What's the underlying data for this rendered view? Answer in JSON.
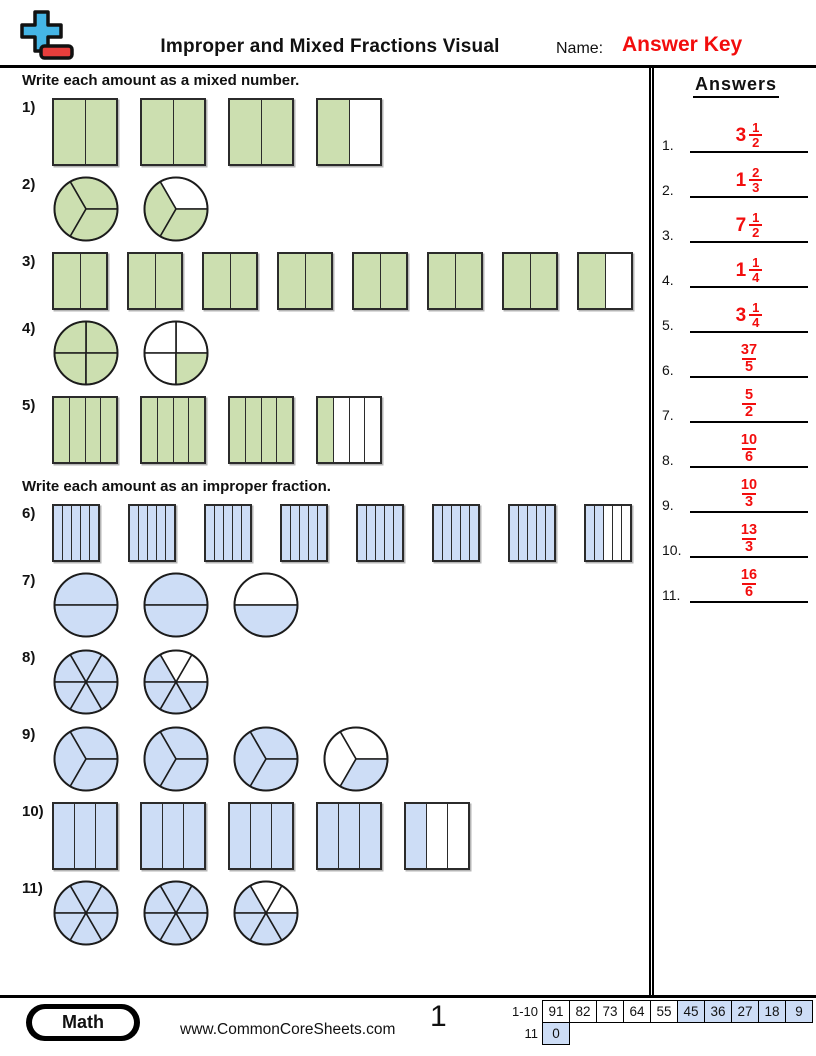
{
  "header": {
    "title": "Improper and Mixed Fractions Visual",
    "name_label": "Name:",
    "name_value": "Answer Key"
  },
  "colors": {
    "green": "#ccdfb0",
    "blue": "#cdddf6",
    "answer_red": "#f20d0d",
    "logo_blue": "#45b5e6",
    "logo_red": "#e83e3c"
  },
  "sections": [
    {
      "heading": "Write each amount as a mixed number.",
      "questions": [
        {
          "label": "1)",
          "shape": "square",
          "parts": 2,
          "size": "large",
          "color": "green",
          "fills": [
            2,
            2,
            2,
            1
          ]
        },
        {
          "label": "2)",
          "shape": "circle",
          "parts": 3,
          "size": "large",
          "color": "green",
          "fills": [
            3,
            2
          ]
        },
        {
          "label": "3)",
          "shape": "square",
          "parts": 2,
          "size": "small",
          "color": "green",
          "fills": [
            2,
            2,
            2,
            2,
            2,
            2,
            2,
            1
          ]
        },
        {
          "label": "4)",
          "shape": "circle",
          "parts": 4,
          "size": "large",
          "color": "green",
          "fills": [
            4,
            1
          ]
        },
        {
          "label": "5)",
          "shape": "square",
          "parts": 4,
          "size": "large",
          "color": "green",
          "fills": [
            4,
            4,
            4,
            1
          ]
        }
      ]
    },
    {
      "heading": "Write each amount as an improper fraction.",
      "questions": [
        {
          "label": "6)",
          "shape": "square",
          "parts": 5,
          "size": "small",
          "color": "blue",
          "fills": [
            5,
            5,
            5,
            5,
            5,
            5,
            5,
            2
          ]
        },
        {
          "label": "7)",
          "shape": "circle",
          "parts": 2,
          "size": "large",
          "color": "blue",
          "fills": [
            2,
            2,
            1
          ]
        },
        {
          "label": "8)",
          "shape": "circle",
          "parts": 6,
          "size": "large",
          "color": "blue",
          "fills": [
            6,
            4
          ]
        },
        {
          "label": "9)",
          "shape": "circle",
          "parts": 3,
          "size": "large",
          "color": "blue",
          "fills": [
            3,
            3,
            3,
            1
          ]
        },
        {
          "label": "10)",
          "shape": "square",
          "parts": 3,
          "size": "large",
          "color": "blue",
          "fills": [
            3,
            3,
            3,
            3,
            1
          ]
        },
        {
          "label": "11)",
          "shape": "circle",
          "parts": 6,
          "size": "large",
          "color": "blue",
          "fills": [
            6,
            6,
            4
          ]
        }
      ]
    }
  ],
  "answers_panel": {
    "heading": "Answers",
    "items": [
      {
        "num": "1.",
        "whole": "3",
        "numer": "1",
        "denom": "2"
      },
      {
        "num": "2.",
        "whole": "1",
        "numer": "2",
        "denom": "3"
      },
      {
        "num": "3.",
        "whole": "7",
        "numer": "1",
        "denom": "2"
      },
      {
        "num": "4.",
        "whole": "1",
        "numer": "1",
        "denom": "4"
      },
      {
        "num": "5.",
        "whole": "3",
        "numer": "1",
        "denom": "4"
      },
      {
        "num": "6.",
        "whole": "",
        "numer": "37",
        "denom": "5"
      },
      {
        "num": "7.",
        "whole": "",
        "numer": "5",
        "denom": "2"
      },
      {
        "num": "8.",
        "whole": "",
        "numer": "10",
        "denom": "6"
      },
      {
        "num": "9.",
        "whole": "",
        "numer": "10",
        "denom": "3"
      },
      {
        "num": "10.",
        "whole": "",
        "numer": "13",
        "denom": "3"
      },
      {
        "num": "11.",
        "whole": "",
        "numer": "16",
        "denom": "6"
      }
    ]
  },
  "footer": {
    "subject": "Math",
    "website": "www.CommonCoreSheets.com",
    "page_number": "1",
    "score_table": {
      "rows": [
        {
          "label": "1-10",
          "cells": [
            {
              "t": "91",
              "shaded": false
            },
            {
              "t": "82",
              "shaded": false
            },
            {
              "t": "73",
              "shaded": false
            },
            {
              "t": "64",
              "shaded": false
            },
            {
              "t": "55",
              "shaded": false
            },
            {
              "t": "45",
              "shaded": true
            },
            {
              "t": "36",
              "shaded": true
            },
            {
              "t": "27",
              "shaded": true
            },
            {
              "t": "18",
              "shaded": true
            },
            {
              "t": "9",
              "shaded": true
            }
          ]
        },
        {
          "label": "11",
          "cells": [
            {
              "t": "0",
              "shaded": true
            }
          ]
        }
      ]
    }
  }
}
